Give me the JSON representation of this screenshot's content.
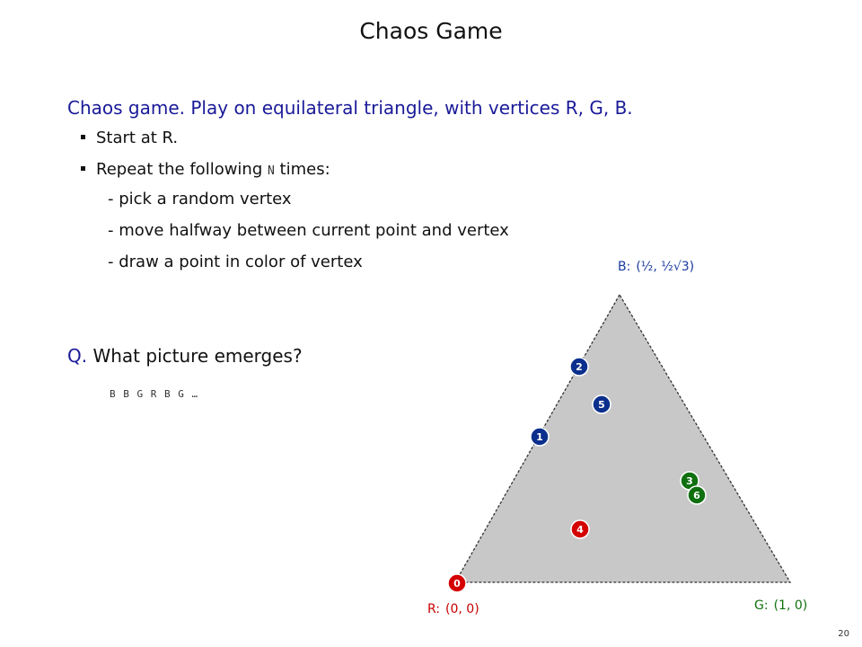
{
  "slide": {
    "title": "Chaos Game",
    "page_number": "20"
  },
  "intro": {
    "lead": "Chaos game.",
    "rest": "Play on equilateral triangle, with vertices R, G, B."
  },
  "bullets": [
    {
      "text": "Start at R."
    },
    {
      "before": "Repeat the following ",
      "code": "N",
      "after": " times:"
    }
  ],
  "sub_bullets": [
    "- pick a random vertex",
    "- move halfway between current point and vertex",
    "- draw a point in color of vertex"
  ],
  "question": {
    "label": "Q.",
    "text": "What picture emerges?"
  },
  "sequence": "B B G R B G …",
  "vertices": {
    "B": {
      "name": "B:",
      "coords": "(½, ½√3)"
    },
    "R": {
      "name": "R:",
      "coords": "(0, 0)"
    },
    "G": {
      "name": "G:",
      "coords": "(1, 0)"
    }
  },
  "colors": {
    "title_blue": "#1a1a99",
    "triangle_fill": "#c8c8c8",
    "red": "#d40000",
    "green": "#107010",
    "blue": "#0b2f8c"
  },
  "points": [
    {
      "label": "0",
      "color": "red"
    },
    {
      "label": "1",
      "color": "blue"
    },
    {
      "label": "2",
      "color": "blue"
    },
    {
      "label": "3",
      "color": "green"
    },
    {
      "label": "4",
      "color": "red"
    },
    {
      "label": "5",
      "color": "blue"
    },
    {
      "label": "6",
      "color": "green"
    }
  ]
}
